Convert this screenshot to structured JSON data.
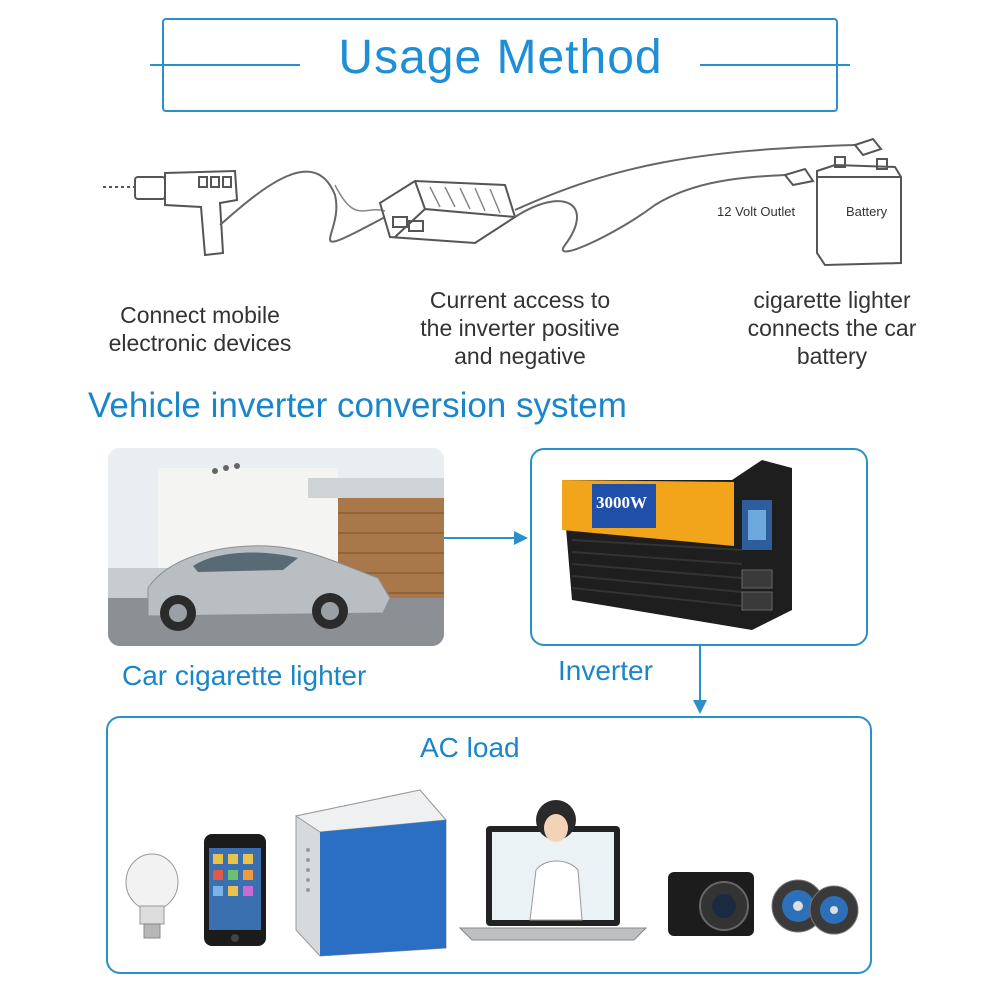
{
  "title": "Usage Method",
  "steps": [
    {
      "caption": "Connect mobile\nelectronic devices",
      "icon": "drill-icon"
    },
    {
      "caption": "Current access to\nthe inverter positive\nand negative",
      "icon": "inverter-icon"
    },
    {
      "caption": "cigarette lighter\nconnects the car\nbattery",
      "icon": "battery-icon"
    }
  ],
  "battery": {
    "outlet_label": "12 Volt Outlet",
    "label": "Battery"
  },
  "system_title": "Vehicle inverter conversion system",
  "car_label": "Car cigarette lighter",
  "inverter_label": "Inverter",
  "inverter_power": "3000W",
  "ac_load_label": "AC load",
  "colors": {
    "accent": "#1a86c9",
    "border": "#2a90c8",
    "inverter_orange": "#f2a51a",
    "fridge_blue": "#2a6fc4"
  }
}
